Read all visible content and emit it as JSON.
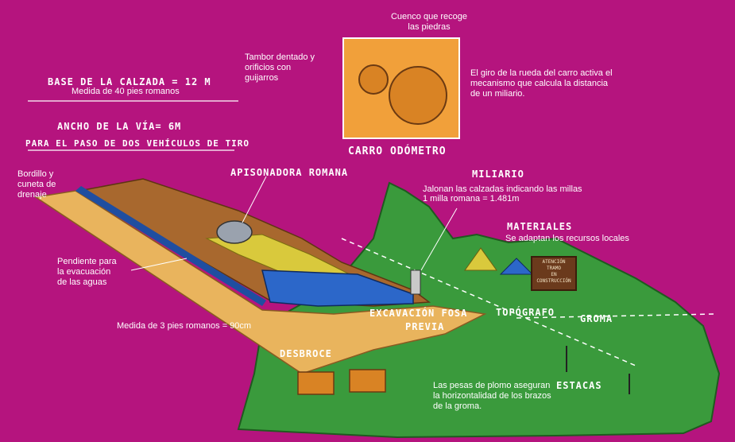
{
  "labels": {
    "base_calzada": "BASE DE LA CALZADA = 12 M",
    "medida_40": "Medida de 40 pies romanos",
    "ancho_via": "ANCHO DE LA VÍA= 6M",
    "paso_vehiculos": "PARA EL PASO DE DOS VEHÍCULOS DE TIRO",
    "bordillo": "Bordillo y cuneta de drenaje",
    "pendiente": "Pendiente para la evacuación de las aguas",
    "medida_3": "Medida de 3 pies romanos = 90cm",
    "apisonadora": "APISONADORA ROMANA",
    "excavacion_1": "EXCAVACIÓN FOSA",
    "excavacion_2": "PREVIA",
    "desbroce": "DESBROCE",
    "cuenco": "Cuenco que recoge las piedras",
    "tambor": "Tambor dentado y orificios con guijarros",
    "giro": "El giro de la rueda del carro activa el mecanismo que calcula la distancia de un miliario.",
    "carro": "CARRO ODÓMETRO",
    "miliario_title": "MILIARIO",
    "miliario_1": "Jalonan las calzadas indicando las millas",
    "miliario_2": "1 milla romana = 1.481m",
    "materiales_title": "MATERIALES",
    "materiales_text": "Se adaptan los recursos locales",
    "sign_1": "ATENCIÓN",
    "sign_2": "TRAMO",
    "sign_3": "EN",
    "sign_4": "CONSTRUCCIÓN",
    "topografo": "TOPÓGRAFO",
    "groma": "GROMA",
    "estacas": "ESTACAS",
    "pesas": "Las pesas de plomo aseguran la horizontalidad de los brazos de la groma."
  },
  "colors": {
    "background": "#b5147e",
    "grass": "#3a9a3c",
    "dirt": "#a8682e",
    "sand": "#e9b45d",
    "stones": "#2c67c9",
    "gravel": "#d9c93c"
  }
}
